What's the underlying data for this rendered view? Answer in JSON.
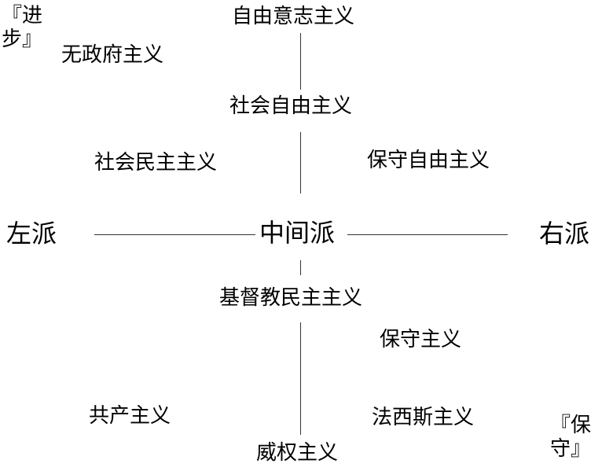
{
  "corners": {
    "top_left": "『进\n步』",
    "bottom_right": "『保\n守』"
  },
  "axis": {
    "left": "左派",
    "center": "中间派",
    "right": "右派"
  },
  "ideologies": {
    "libertarianism": "自由意志主义",
    "anarchism": "无政府主义",
    "social_liberalism": "社会自由主义",
    "social_democracy": "社会民主主义",
    "conservative_liberalism": "保守自由主义",
    "christian_democracy": "基督教民主主义",
    "conservatism": "保守主义",
    "communism": "共产主义",
    "fascism": "法西斯主义",
    "authoritarianism": "威权主义"
  }
}
